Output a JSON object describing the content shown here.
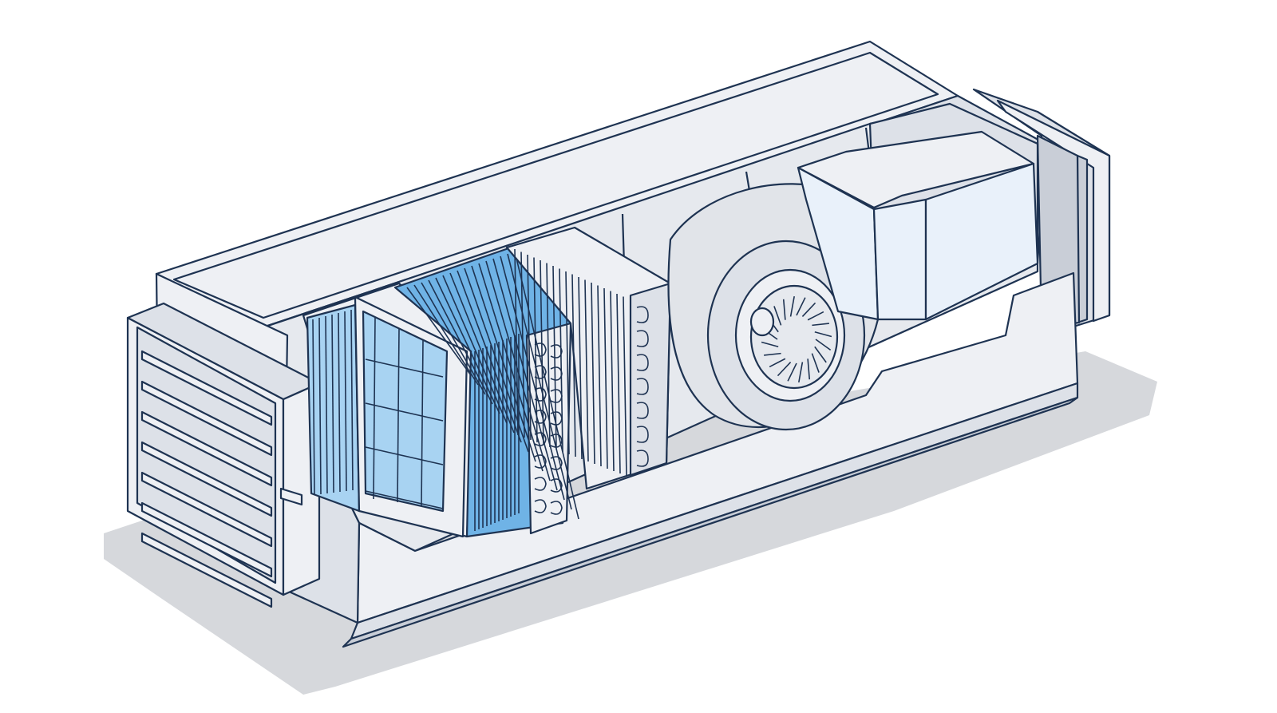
{
  "colors": {
    "outline": "#1e3352",
    "housing_light": "#eef0f4",
    "housing_mid": "#dde1e8",
    "housing_dark": "#c9ced7",
    "interior": "#e6e9ee",
    "shadow": "#d6d8dc",
    "filter_blue": "#a8d3f2",
    "coil_blue": "#6fb3e6",
    "duct_face": "#e9f1fa",
    "fan_grey": "#e1e4e9"
  },
  "components": [
    {
      "name": "intake-damper",
      "icon": "louvered-damper-icon"
    },
    {
      "name": "panel-filter",
      "icon": "pleated-filter-icon"
    },
    {
      "name": "cooling-coil",
      "icon": "finned-coil-icon"
    },
    {
      "name": "heating-coil",
      "icon": "fin-pack-icon"
    },
    {
      "name": "blower-fan",
      "icon": "centrifugal-fan-icon"
    },
    {
      "name": "discharge-transition",
      "icon": "duct-transition-icon"
    }
  ]
}
